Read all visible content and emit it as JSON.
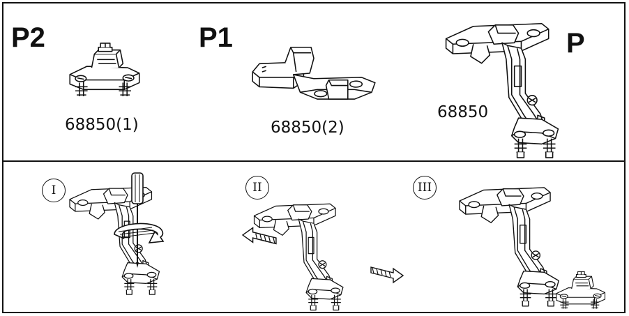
{
  "parts": [
    {
      "code": "P2",
      "number": "68850(1)"
    },
    {
      "code": "P1",
      "number": "68850(2)"
    },
    {
      "code": "P",
      "number": "68850"
    }
  ],
  "steps": [
    {
      "label": "I"
    },
    {
      "label": "II"
    },
    {
      "label": "III"
    }
  ],
  "colors": {
    "line": "#111111",
    "background": "#ffffff"
  }
}
